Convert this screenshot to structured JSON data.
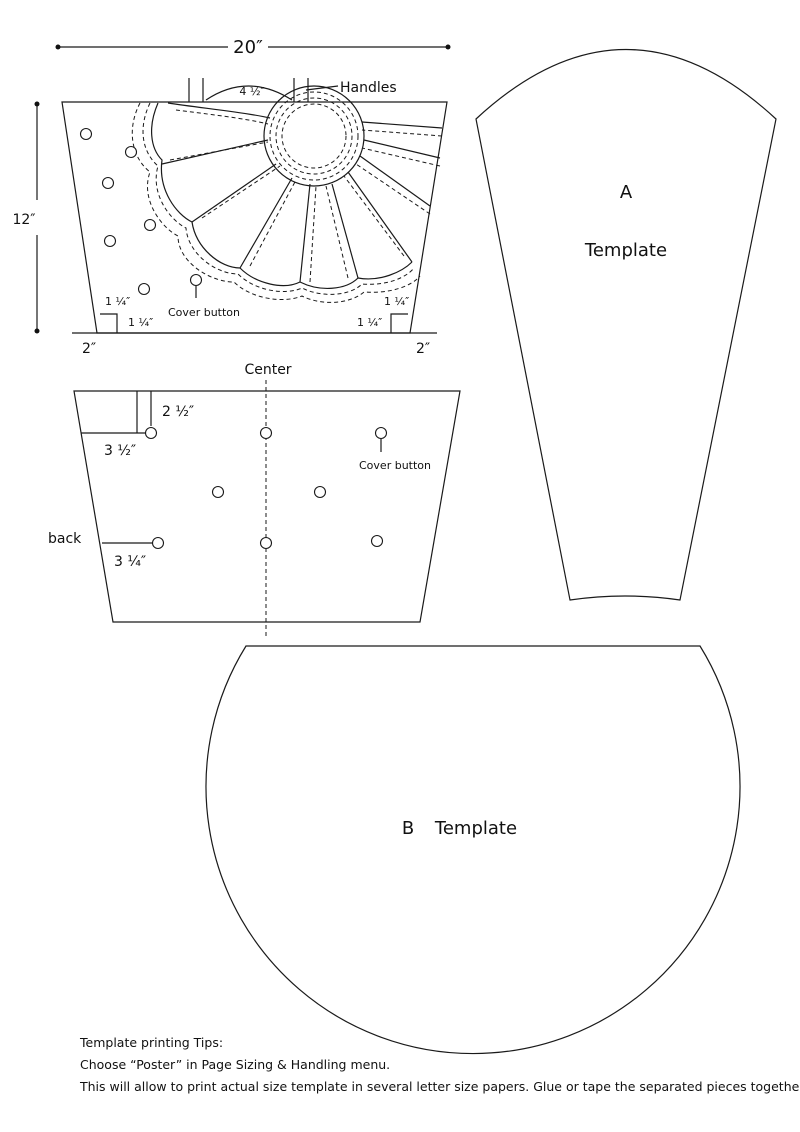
{
  "front": {
    "width_label": "20″",
    "height_label": "12″",
    "handle_gap_label": "4 ½″",
    "handles_label": "Handles",
    "cover_button_label": "Cover button",
    "corner_label": "1 ¼″",
    "base_offset_label": "2″"
  },
  "back": {
    "center_label": "Center",
    "back_label": "back",
    "top_offset_label": "2 ½″",
    "left_offset_label": "3 ½″",
    "lower_offset_label": "3 ¼″",
    "cover_button_label": "Cover button"
  },
  "template_a": {
    "letter": "A",
    "label": "Template"
  },
  "template_b": {
    "letter": "B",
    "label": "Template"
  },
  "tips": {
    "title": "Template printing Tips:",
    "line1": "Choose “Poster” in Page Sizing & Handling menu.",
    "line2": "This will allow to print actual size template in several letter size papers.  Glue or tape the separated pieces together."
  }
}
